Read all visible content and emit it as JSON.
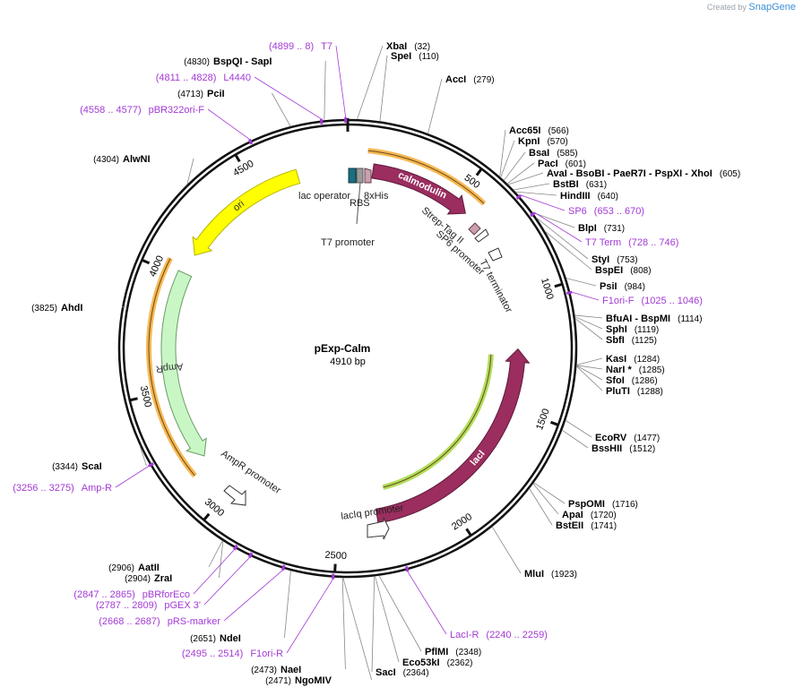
{
  "credit": {
    "created_by": "Created by",
    "brand": "SnapGene"
  },
  "plasmid": {
    "name": "pExp-Calm",
    "size_label": "4910 bp",
    "length": 4910
  },
  "ticks": [
    {
      "bp": 500,
      "label": "500"
    },
    {
      "bp": 1000,
      "label": "1000"
    },
    {
      "bp": 1500,
      "label": "1500"
    },
    {
      "bp": 2000,
      "label": "2000"
    },
    {
      "bp": 2500,
      "label": "2500"
    },
    {
      "bp": 3000,
      "label": "3000"
    },
    {
      "bp": 3500,
      "label": "3500"
    },
    {
      "bp": 4000,
      "label": "4000"
    },
    {
      "bp": 4500,
      "label": "4500"
    }
  ],
  "features": [
    {
      "id": "calmodulin",
      "label": "calmodulin",
      "start": 110,
      "end": 560,
      "dir": 1,
      "color": "#9b2d5f",
      "ring": 1
    },
    {
      "id": "laci",
      "label": "lacI",
      "start": 1230,
      "end": 2320,
      "dir": -1,
      "color": "#9b2d5f",
      "ring": 1
    },
    {
      "id": "ampr",
      "label": "AmpR",
      "start": 3180,
      "end": 4020,
      "dir": -1,
      "color": "#c8f7c5",
      "ring": 1
    },
    {
      "id": "ori",
      "label": "ori",
      "start": 4110,
      "end": 4690,
      "dir": -1,
      "color": "#ffff00",
      "ring": 1
    }
  ],
  "highlights": [
    {
      "id": "calm-orf",
      "start": 80,
      "end": 590,
      "color": "#f5b041"
    },
    {
      "id": "laci-orf",
      "start": 1260,
      "end": 2260,
      "color": "#a8d94a"
    },
    {
      "id": "ampr-orf",
      "start": 3140,
      "end": 4050,
      "color": "#f5b041"
    }
  ],
  "small_features": [
    {
      "id": "lac-operator",
      "label": "lac operator"
    },
    {
      "id": "rbs",
      "label": "RBS"
    },
    {
      "id": "his-tag",
      "label": "8xHis"
    },
    {
      "id": "t7-promoter",
      "label": "T7 promoter"
    },
    {
      "id": "strep-tag",
      "label": "Strep-Tag II"
    },
    {
      "id": "sp6-promoter",
      "label": "SP6 promoter"
    },
    {
      "id": "t7-terminator",
      "label": "T7 terminator"
    },
    {
      "id": "laciq-promoter",
      "label": "lacIq promoter"
    },
    {
      "id": "ampr-promoter",
      "label": "AmpR promoter"
    }
  ],
  "sites": [
    {
      "name": "XbaI",
      "pos": "(32)",
      "bp": 32
    },
    {
      "name": "SpeI",
      "pos": "(110)",
      "bp": 110
    },
    {
      "name": "AccI",
      "pos": "(279)",
      "bp": 279
    },
    {
      "name": "Acc65I",
      "pos": "(566)",
      "bp": 566
    },
    {
      "name": "KpnI",
      "pos": "(570)",
      "bp": 570
    },
    {
      "name": "BsaI",
      "pos": "(585)",
      "bp": 585
    },
    {
      "name": "PacI",
      "pos": "(601)",
      "bp": 601
    },
    {
      "name": "AvaI - BsoBI - PaeR7I - PspXI - XhoI",
      "pos": "(605)",
      "bp": 605
    },
    {
      "name": "BstBI",
      "pos": "(631)",
      "bp": 631
    },
    {
      "name": "HindIII",
      "pos": "(640)",
      "bp": 640
    },
    {
      "name": "BlpI",
      "pos": "(731)",
      "bp": 731
    },
    {
      "name": "StyI",
      "pos": "(753)",
      "bp": 753
    },
    {
      "name": "BspEI",
      "pos": "(808)",
      "bp": 808
    },
    {
      "name": "PsiI",
      "pos": "(984)",
      "bp": 984
    },
    {
      "name": "BfuAI - BspMI",
      "pos": "(1114)",
      "bp": 1114
    },
    {
      "name": "SphI",
      "pos": "(1119)",
      "bp": 1119
    },
    {
      "name": "SbfI",
      "pos": "(1125)",
      "bp": 1125
    },
    {
      "name": "KasI",
      "pos": "(1284)",
      "bp": 1284
    },
    {
      "name": "NarI *",
      "pos": "(1285)",
      "bp": 1285
    },
    {
      "name": "SfoI",
      "pos": "(1286)",
      "bp": 1286
    },
    {
      "name": "PluTI",
      "pos": "(1288)",
      "bp": 1288
    },
    {
      "name": "EcoRV",
      "pos": "(1477)",
      "bp": 1477
    },
    {
      "name": "BssHII",
      "pos": "(1512)",
      "bp": 1512
    },
    {
      "name": "PspOMI",
      "pos": "(1716)",
      "bp": 1716
    },
    {
      "name": "ApaI",
      "pos": "(1720)",
      "bp": 1720
    },
    {
      "name": "BstEII",
      "pos": "(1741)",
      "bp": 1741
    },
    {
      "name": "MluI",
      "pos": "(1923)",
      "bp": 1923
    },
    {
      "name": "PflMI",
      "pos": "(2348)",
      "bp": 2348
    },
    {
      "name": "Eco53kI",
      "pos": "(2362)",
      "bp": 2362
    },
    {
      "name": "SacI",
      "pos": "(2364)",
      "bp": 2364
    },
    {
      "name": "NaeI",
      "pos": "(2473)",
      "bp": 2473
    },
    {
      "name": "NgoMIV",
      "pos": "(2471)",
      "bp": 2471
    },
    {
      "name": "NdeI",
      "pos": "(2651)",
      "bp": 2651
    },
    {
      "name": "ZraI",
      "pos": "(2904)",
      "bp": 2904
    },
    {
      "name": "AatII",
      "pos": "(2906)",
      "bp": 2906
    },
    {
      "name": "ScaI",
      "pos": "(3344)",
      "bp": 3344
    },
    {
      "name": "AhdI",
      "pos": "(3825)",
      "bp": 3825
    },
    {
      "name": "AlwNI",
      "pos": "(4304)",
      "bp": 4304
    },
    {
      "name": "PciI",
      "pos": "(4713)",
      "bp": 4713
    },
    {
      "name": "BspQI - SapI",
      "pos": "(4830)",
      "bp": 4830
    }
  ],
  "primers": [
    {
      "name": "T7",
      "range": "(4899 .. 8)",
      "bp": 4903
    },
    {
      "name": "SP6",
      "range": "(653 .. 670)",
      "bp": 661
    },
    {
      "name": "T7 Term",
      "range": "(728 .. 746)",
      "bp": 737
    },
    {
      "name": "F1ori-F",
      "range": "(1025 .. 1046)",
      "bp": 1035
    },
    {
      "name": "LacI-R",
      "range": "(2240 .. 2259)",
      "bp": 2250
    },
    {
      "name": "F1ori-R",
      "range": "(2495 .. 2514)",
      "bp": 2505
    },
    {
      "name": "pRS-marker",
      "range": "(2668 .. 2687)",
      "bp": 2678
    },
    {
      "name": "pGEX 3'",
      "range": "(2787 .. 2809)",
      "bp": 2798
    },
    {
      "name": "pBRforEco",
      "range": "(2847 .. 2865)",
      "bp": 2856
    },
    {
      "name": "Amp-R",
      "range": "(3256 .. 3275)",
      "bp": 3265
    },
    {
      "name": "pBR322ori-F",
      "range": "(4558 .. 4577)",
      "bp": 4567
    },
    {
      "name": "L4440",
      "range": "(4811 .. 4828)",
      "bp": 4820
    }
  ]
}
